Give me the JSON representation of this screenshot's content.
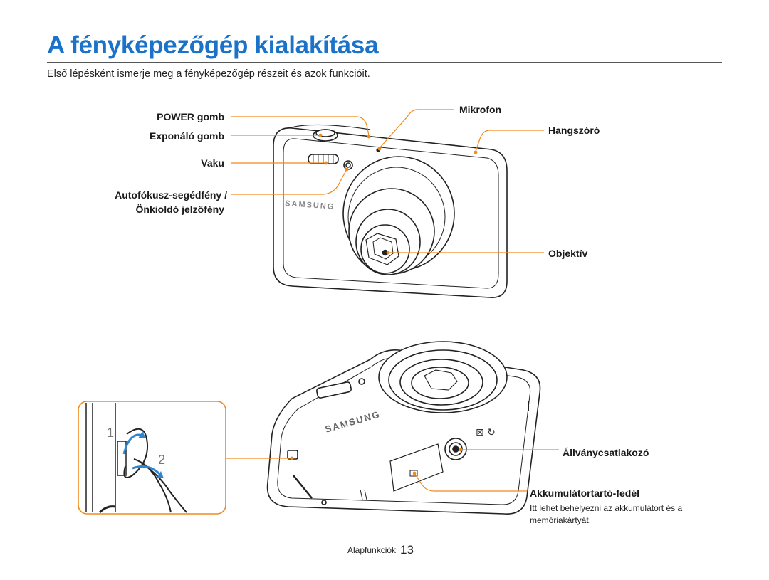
{
  "page": {
    "title": "A fényképezőgép kialakítása",
    "intro": "Első lépésként ismerje meg a fényképezőgép részeit és azok funkcióit."
  },
  "labels": {
    "power": "POWER gomb",
    "shutter": "Exponáló gomb",
    "flash": "Vaku",
    "af_line1": "Autofókusz-segédfény /",
    "af_line2": "Önkioldó jelzőfény",
    "mic": "Mikrofon",
    "speaker": "Hangszóró",
    "lens": "Objektív",
    "tripod": "Állványcsatlakozó",
    "battery": "Akkumulátortartó-fedél",
    "battery_note": "Itt lehet behelyezni az akkumulátort és a memóriakártyát."
  },
  "camera": {
    "brand": "SAMSUNG"
  },
  "inset": {
    "step1": "1",
    "step2": "2"
  },
  "footer": {
    "section": "Alapfunkciók",
    "page_number": "13"
  },
  "colors": {
    "title": "#1a73c9",
    "leader": "#f08a1c",
    "strap_arrow": "#2f86d0"
  }
}
